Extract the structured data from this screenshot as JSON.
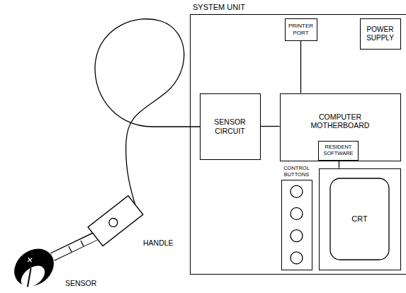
{
  "diagram": {
    "nodes": [
      {
        "text": [
          "SYSTEM UNIT"
        ]
      },
      {
        "text": [
          "PRINTER PORT"
        ],
        "in": 0
      },
      {
        "text": [
          "POWER SUPPLY"
        ],
        "in": 0
      },
      {
        "text": [
          "SENSOR CIRCUIT"
        ],
        "in": 0
      },
      {
        "text": [
          "COMPUTER MOTHERBOARD"
        ],
        "in": 0
      },
      {
        "text": [
          "RESIDENT SOFTWARE"
        ],
        "in": 4
      },
      {
        "text": [
          "CONTROL BUTTONS"
        ],
        "in": 0
      },
      {
        "text": [
          "CRT"
        ],
        "in": 0
      }
    ],
    "edges": [
      {
        "from": 3,
        "to": 4,
        "arrow": "none"
      },
      {
        "from": 1,
        "to": 4,
        "arrow": "none"
      },
      {
        "from": 4,
        "to": 7,
        "arrow": "none"
      }
    ],
    "labels": [
      "HANDLE",
      "SENSOR"
    ]
  }
}
